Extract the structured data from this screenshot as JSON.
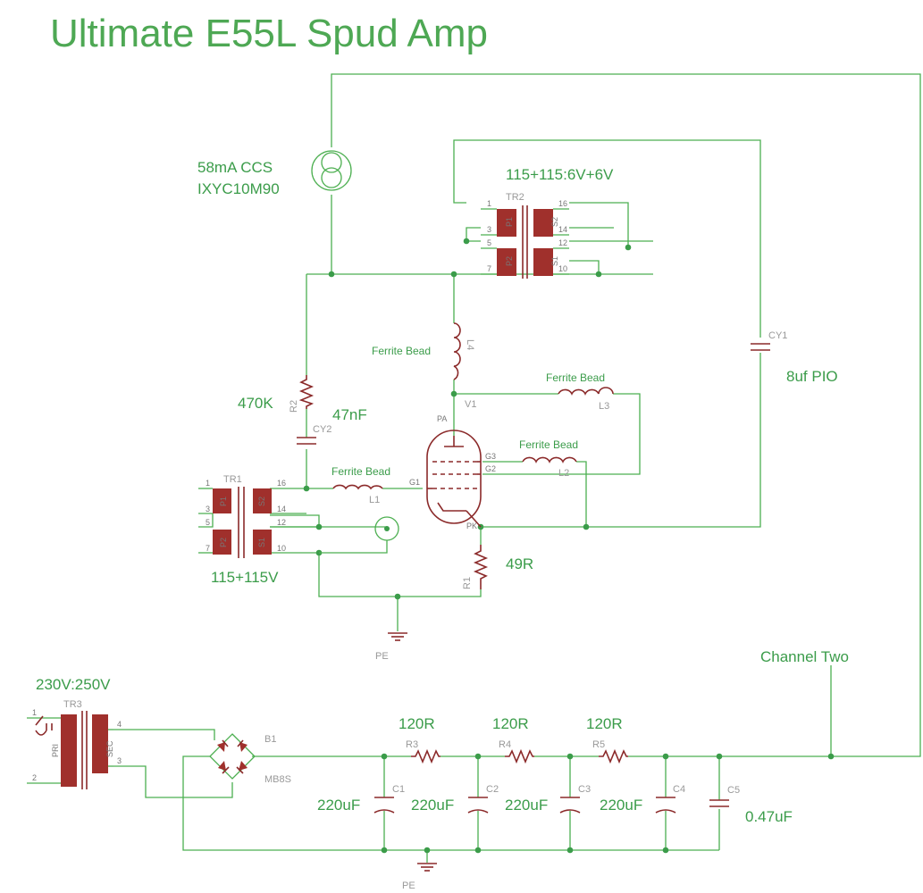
{
  "title": "Ultimate E55L Spud Amp",
  "ccs": {
    "line1": "58mA CCS",
    "line2": "IXYC10M90"
  },
  "tr2": {
    "label": "115+115:6V+6V",
    "name": "TR2",
    "pins": [
      "1",
      "3",
      "5",
      "7",
      "16",
      "14",
      "12",
      "10"
    ],
    "windings": [
      "P1",
      "P2",
      "S2",
      "S1"
    ]
  },
  "tr1": {
    "label": "115+115V",
    "name": "TR1",
    "pins": [
      "1",
      "3",
      "5",
      "7",
      "16",
      "14",
      "12",
      "10"
    ],
    "windings": [
      "P1",
      "P2",
      "S2",
      "S1"
    ]
  },
  "tr3": {
    "label": "230V:250V",
    "name": "TR3",
    "pri": "PRI",
    "sec": "SEC",
    "pins": [
      "1",
      "2",
      "4",
      "3"
    ]
  },
  "ferrite": "Ferrite Bead",
  "inductors": {
    "l1": "L1",
    "l2": "L2",
    "l3": "L3",
    "l4": "L4"
  },
  "r2": {
    "name": "R2",
    "value": "470K"
  },
  "cy2": {
    "name": "CY2",
    "value": "47nF"
  },
  "cy1": {
    "name": "CY1",
    "value": "8uf PIO"
  },
  "r1": {
    "name": "R1",
    "value": "49R"
  },
  "v1": {
    "name": "V1",
    "pins": [
      "PA",
      "G3",
      "G2",
      "G1",
      "PK"
    ]
  },
  "ground": "PE",
  "channel": "Channel Two",
  "bridge": {
    "name": "B1",
    "value": "MB8S"
  },
  "rs": [
    {
      "name": "R3",
      "value": "120R"
    },
    {
      "name": "R4",
      "value": "120R"
    },
    {
      "name": "R5",
      "value": "120R"
    }
  ],
  "cs": [
    {
      "name": "C1",
      "value": "220uF"
    },
    {
      "name": "C2",
      "value": "220uF"
    },
    {
      "name": "C3",
      "value": "220uF"
    },
    {
      "name": "C4",
      "value": "220uF"
    }
  ],
  "c5": {
    "name": "C5",
    "value": "0.47uF"
  },
  "colors": {
    "wire": "#4caf50",
    "part": "#8b2a2a",
    "text": "#3b9c4a"
  }
}
